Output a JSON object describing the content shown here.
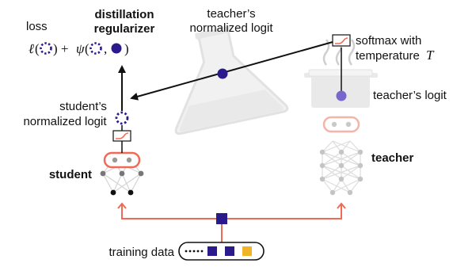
{
  "labels": {
    "loss": "loss",
    "distillation_line1": "distillation",
    "distillation_line2": "regularizer",
    "teacher_normalized_line1": "teacher’s",
    "teacher_normalized_line2": "normalized logit",
    "softmax_line1": "softmax with",
    "softmax_line2": "temperature",
    "temperature_symbol": "T",
    "teacher_logit": "teacher’s logit",
    "student_normalized_line1": "student’s",
    "student_normalized_line2": "normalized logit",
    "student": "student",
    "teacher": "teacher",
    "training_data": "training data"
  },
  "formula": {
    "ell": "ℓ",
    "psi": "ψ",
    "open_paren": "(",
    "close_paren_plus": ") +",
    "comma": ",",
    "close_paren": ")"
  },
  "colors": {
    "dark_purple": "#2b1a8c",
    "teacher_purple": "#7766cc",
    "salmon_arrow": "#ef6b56",
    "gold": "#f0b429",
    "black": "#111111",
    "faded_gray": "#cccccc",
    "node_gray": "#888888"
  },
  "icons": {
    "softmax": "softmax-curve-icon",
    "beaker": "erlenmeyer-flask-icon",
    "steam": "steaming-pot-icon"
  }
}
